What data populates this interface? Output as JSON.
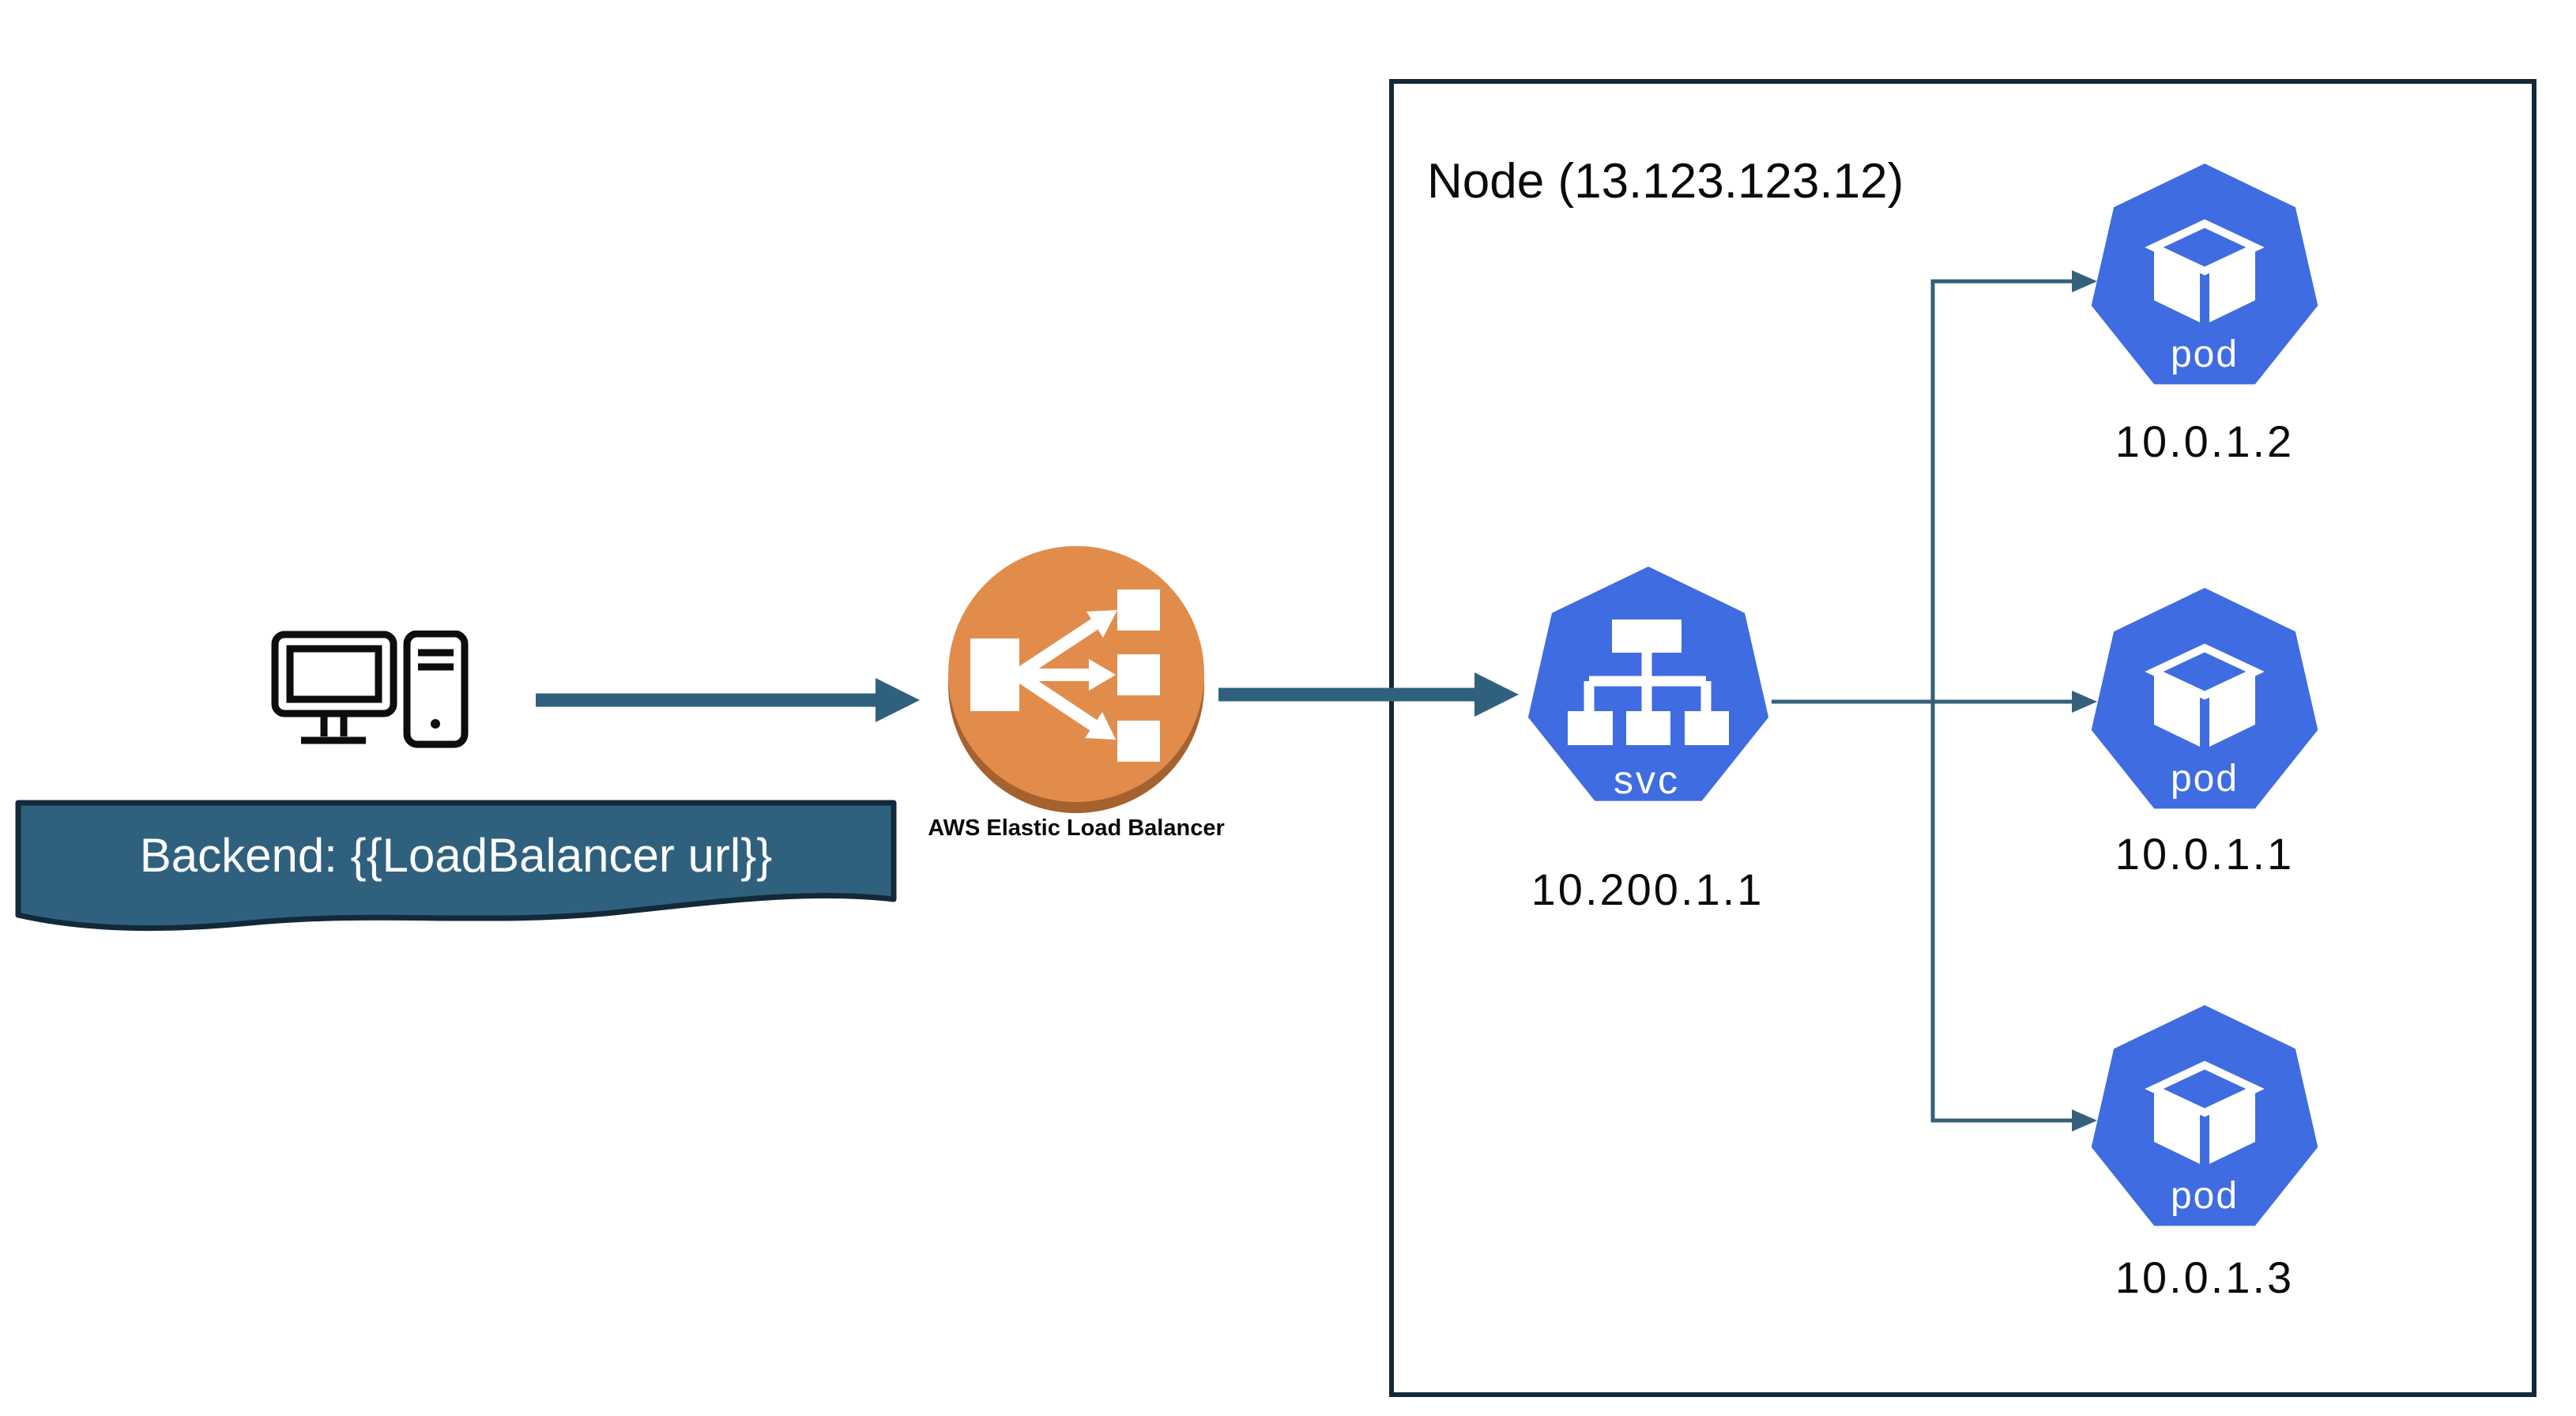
{
  "colors": {
    "accent": "#2F617E",
    "connector": "#35607A",
    "ink": "#13293A",
    "k8s_blue": "#3F6CE0",
    "orange": "#E28C4B",
    "orange_shadow": "#A5622F"
  },
  "banner": {
    "text": "Backend: {{LoadBalancer url}}"
  },
  "load_balancer": {
    "label": "AWS Elastic Load Balancer"
  },
  "node": {
    "title": "Node (13.123.123.12)",
    "service": {
      "label": "svc",
      "ip": "10.200.1.1"
    },
    "pods": [
      {
        "label": "pod",
        "ip": "10.0.1.2"
      },
      {
        "label": "pod",
        "ip": "10.0.1.1"
      },
      {
        "label": "pod",
        "ip": "10.0.1.3"
      }
    ]
  }
}
